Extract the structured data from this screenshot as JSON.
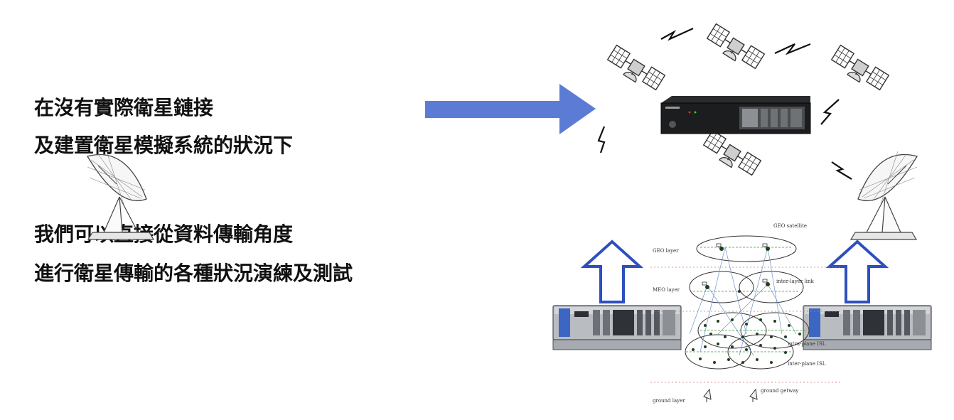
{
  "text": {
    "line1": "在沒有實際衛星鏈接",
    "line2": "及建置衛星模擬系統的狀況下",
    "line3": "我們可以直接從資料傳輸角度",
    "line4": "進行衛星傳輸的各種狀況演練及測試"
  },
  "network_labels": {
    "geo_satellite": "GEO satellite",
    "geo_layer": "GEO layer",
    "meo_layer": "MEO layer",
    "inter_layer_link": "inter-layer link",
    "intra_plane_isl": "intra-plane ISL",
    "inter_plane_isl": "inter-plane ISL",
    "ground_gateway": "ground getway",
    "ground_layer": "ground layer"
  },
  "colors": {
    "arrow_fill": "#5b7bd5",
    "up_arrow_stroke": "#2d4fbf"
  }
}
